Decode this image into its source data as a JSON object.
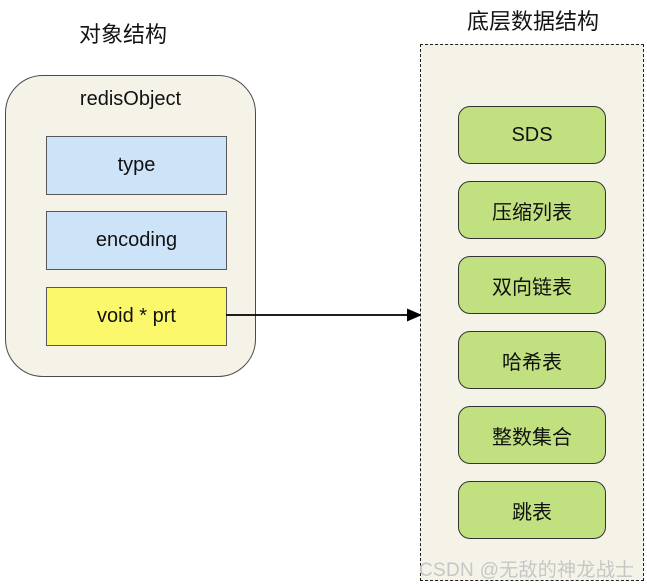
{
  "diagram": {
    "left": {
      "title": "对象结构",
      "container_label": "redisObject",
      "fields": [
        {
          "label": "type",
          "fill": "#CDE4F8"
        },
        {
          "label": "encoding",
          "fill": "#CDE4F8"
        },
        {
          "label": "void * prt",
          "fill": "#FBF96B"
        }
      ]
    },
    "right": {
      "title": "底层数据结构",
      "structures": [
        {
          "label": "SDS"
        },
        {
          "label": "压缩列表"
        },
        {
          "label": "双向链表"
        },
        {
          "label": "哈希表"
        },
        {
          "label": "整数集合"
        },
        {
          "label": "跳表"
        }
      ]
    },
    "arrow": {
      "from": "void * prt",
      "to": "底层数据结构"
    },
    "watermark": "CSDN @无敌的神龙战士",
    "colors": {
      "container_fill": "#F5F2E8",
      "field_blue": "#CDE4F8",
      "field_yellow": "#FBF96B",
      "structure_green": "#C1E080",
      "border_dark": "#4A4A4A",
      "watermark_gray": "#C6C6C6"
    }
  }
}
